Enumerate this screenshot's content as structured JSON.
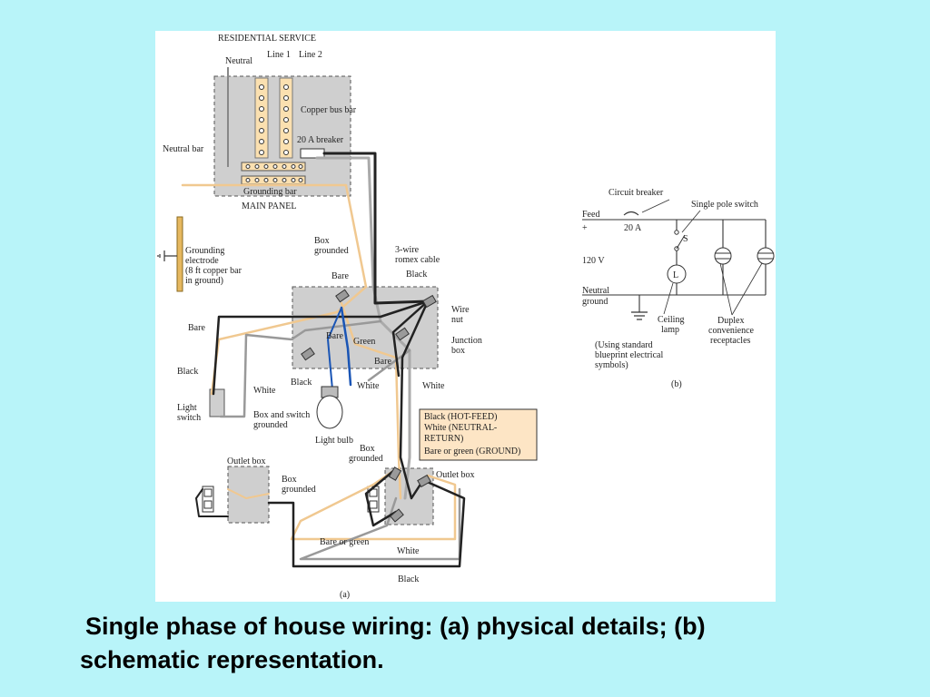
{
  "diagram": {
    "labels": {
      "residential_service": "RESIDENTIAL SERVICE",
      "neutral": "Neutral",
      "line1": "Line 1",
      "line2": "Line 2",
      "copper_bus_bar": "Copper bus bar",
      "breaker_20a": "20 A breaker",
      "neutral_bar": "Neutral bar",
      "grounding_bar": "Grounding bar",
      "main_panel": "MAIN PANEL",
      "grounding_electrode": [
        "Grounding",
        "electrode",
        "(8 ft copper bar",
        "in ground)"
      ],
      "box_grounded_top": [
        "Box",
        "grounded"
      ],
      "three_wire_cable": [
        "3-wire",
        "romex cable"
      ],
      "black_top": "Black",
      "bare_top": "Bare",
      "wire_nut": [
        "Wire",
        "nut"
      ],
      "junction_box": [
        "Junction",
        "box"
      ],
      "green": "Green",
      "bare_mid": "Bare",
      "bare_junction": "Bare",
      "bare_left": "Bare",
      "black_left": "Black",
      "white_left": "White",
      "light_switch": [
        "Light",
        "switch"
      ],
      "box_switch_grounded": [
        "Box and switch",
        "grounded"
      ],
      "black_bulb": "Black",
      "white_bulb": "White",
      "white_right": "White",
      "light_bulb": "Light bulb",
      "legend": [
        "Black (HOT-FEED)",
        "White (NEUTRAL-",
        "RETURN)",
        "Bare or green (GROUND)"
      ],
      "box_grounded_outlet_right": [
        "Box",
        "grounded"
      ],
      "outlet_box_right": "Outlet box",
      "outlet_box_left": "Outlet box",
      "box_grounded_outlet_left": [
        "Box",
        "grounded"
      ],
      "bare_or_green": "Bare or green",
      "white_bottom": "White",
      "black_bottom": "Black",
      "panel_a": "(a)"
    },
    "schematic": {
      "circuit_breaker": "Circuit breaker",
      "single_pole_switch": "Single pole switch",
      "feed": "Feed",
      "plus": "+",
      "breaker_20a": "20 A",
      "switch_s": "S",
      "voltage": "120 V",
      "lamp_l": "L",
      "neutral_ground": [
        "Neutral",
        "ground"
      ],
      "ceiling_lamp": [
        "Ceiling",
        "lamp"
      ],
      "duplex": [
        "Duplex",
        "convenience",
        "receptacles"
      ],
      "note": [
        "(Using standard",
        "blueprint electrical",
        "symbols)"
      ],
      "panel_b": "(b)"
    }
  },
  "caption": {
    "line1": "Single phase of house wiring: (a) physical details; (b)",
    "line2": "schematic representation."
  }
}
